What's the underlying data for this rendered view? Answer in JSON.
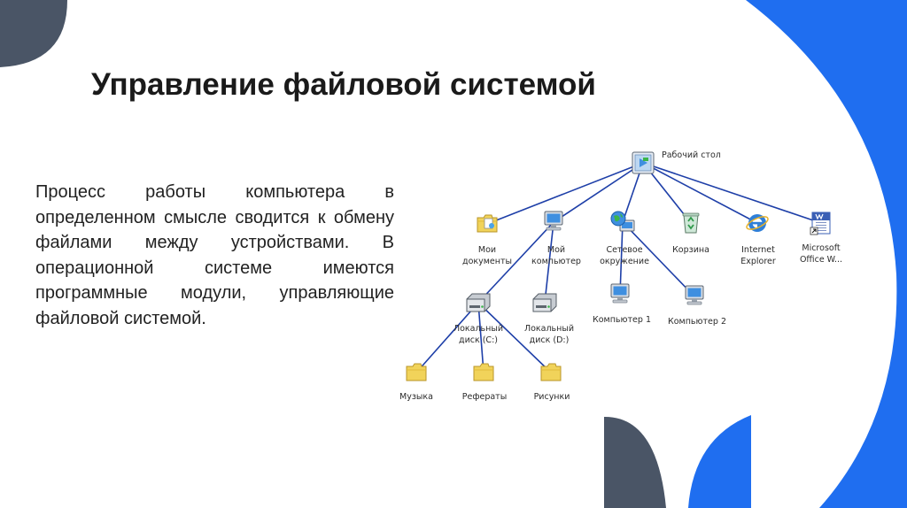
{
  "colors": {
    "accent_blue": "#1f6ef0",
    "slate": "#4a5566",
    "edge_line": "#1e3fa8",
    "folder": "#f1d35a",
    "title_text": "#1a1a1a",
    "body_text": "#222222"
  },
  "slide": {
    "title": "Управление файловой системой",
    "paragraph": "Процесс работы компьютера в определенном смысле сводится к обмену файлами между устройствами. В операционной системе имеются программные модули, управляющие файловой системой."
  },
  "diagram": {
    "nodes": [
      {
        "id": "desktop",
        "icon": "desktop-icon",
        "lines": [
          "Рабочий стол"
        ]
      },
      {
        "id": "mydocs",
        "icon": "folder-documents-icon",
        "lines": [
          "Мои",
          "документы"
        ]
      },
      {
        "id": "mycomputer",
        "icon": "computer-icon",
        "lines": [
          "Мой",
          "компьютер"
        ]
      },
      {
        "id": "network",
        "icon": "network-globe-icon",
        "lines": [
          "Сетевое",
          "окружение"
        ]
      },
      {
        "id": "recycle",
        "icon": "recycle-bin-icon",
        "lines": [
          "Корзина"
        ]
      },
      {
        "id": "ie",
        "icon": "internet-explorer-icon",
        "lines": [
          "Internet",
          "Explorer"
        ]
      },
      {
        "id": "word",
        "icon": "word-document-icon",
        "lines": [
          "Microsoft",
          "Office W..."
        ]
      },
      {
        "id": "diskc",
        "icon": "hard-drive-icon",
        "lines": [
          "Локальный",
          "диск (C:)"
        ]
      },
      {
        "id": "diskd",
        "icon": "hard-drive-icon",
        "lines": [
          "Локальный",
          "диск (D:)"
        ]
      },
      {
        "id": "comp1",
        "icon": "computer-icon",
        "lines": [
          "Компьютер 1"
        ]
      },
      {
        "id": "comp2",
        "icon": "computer-icon",
        "lines": [
          "Компьютер 2"
        ]
      },
      {
        "id": "music",
        "icon": "folder-icon",
        "lines": [
          "Музыка"
        ]
      },
      {
        "id": "essays",
        "icon": "folder-icon",
        "lines": [
          "Рефераты"
        ]
      },
      {
        "id": "pictures",
        "icon": "folder-icon",
        "lines": [
          "Рисунки"
        ]
      }
    ],
    "edges": [
      [
        "desktop",
        "mydocs"
      ],
      [
        "desktop",
        "mycomputer"
      ],
      [
        "desktop",
        "network"
      ],
      [
        "desktop",
        "recycle"
      ],
      [
        "desktop",
        "ie"
      ],
      [
        "desktop",
        "word"
      ],
      [
        "mycomputer",
        "diskc"
      ],
      [
        "mycomputer",
        "diskd"
      ],
      [
        "network",
        "comp1"
      ],
      [
        "network",
        "comp2"
      ],
      [
        "diskc",
        "music"
      ],
      [
        "diskc",
        "essays"
      ],
      [
        "diskc",
        "pictures"
      ]
    ]
  }
}
